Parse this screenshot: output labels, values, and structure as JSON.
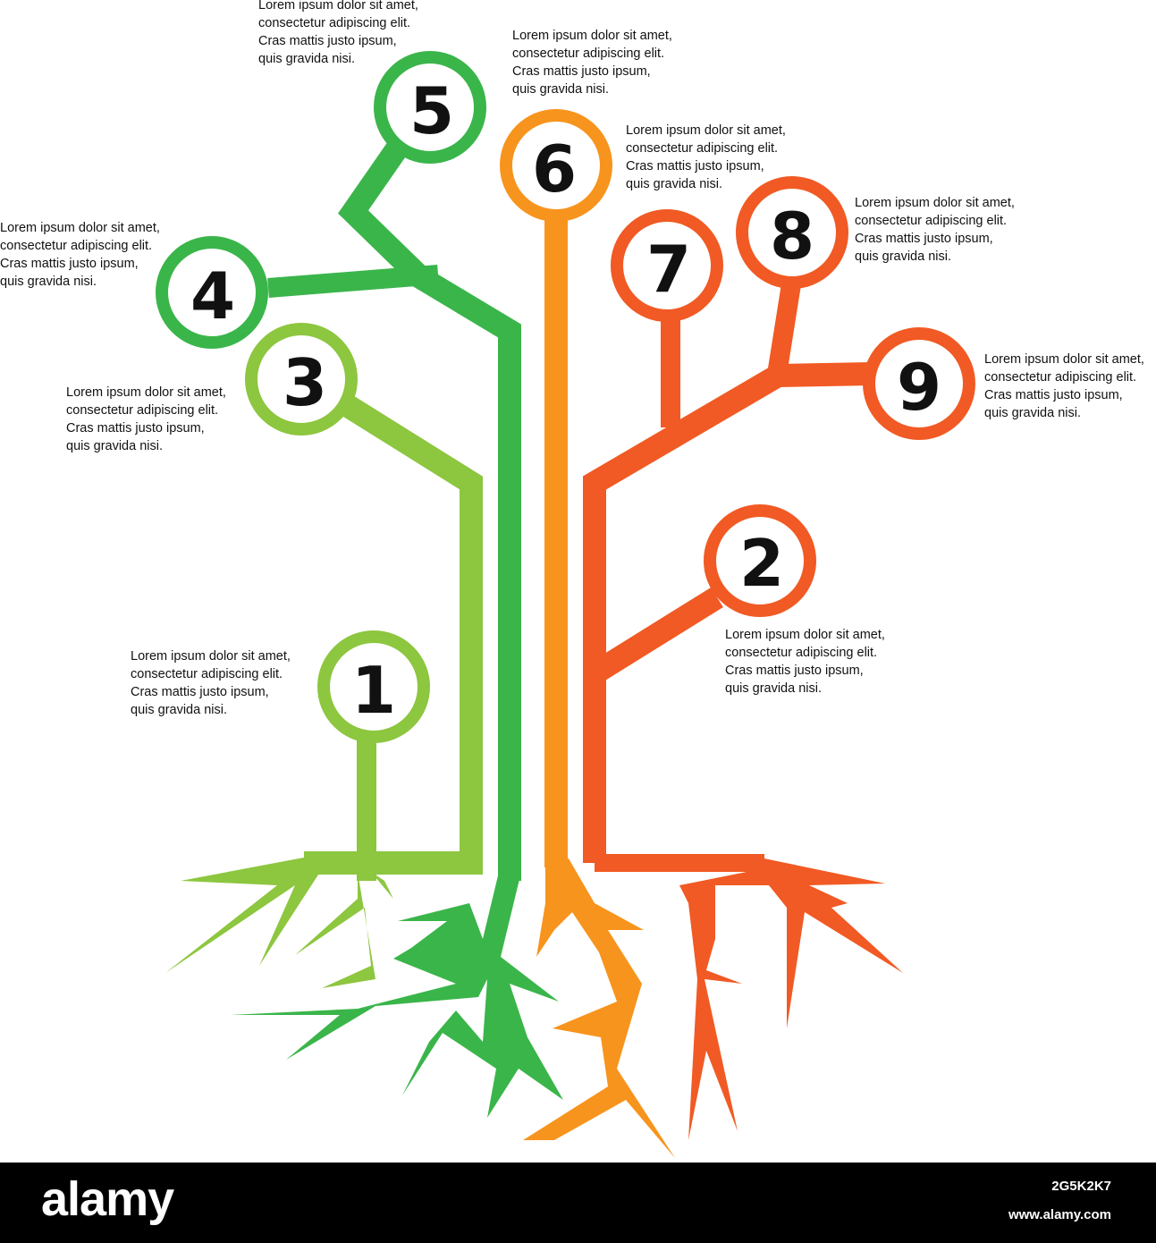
{
  "colors": {
    "light_green": "#8dc63f",
    "green": "#3ab54a",
    "orange": "#f7941d",
    "red_orange": "#f15a24",
    "text": "#111111",
    "footer_bg": "#000000"
  },
  "nodes": [
    {
      "label": "1",
      "color": "light_green",
      "text": [
        "Lorem ipsum dolor sit amet,",
        "consectetur adipiscing elit.",
        "Cras mattis justo ipsum,",
        "quis gravida nisi."
      ]
    },
    {
      "label": "2",
      "color": "red_orange",
      "text": [
        "Lorem ipsum dolor sit amet,",
        "consectetur adipiscing elit.",
        "Cras mattis justo ipsum,",
        "quis gravida nisi."
      ]
    },
    {
      "label": "3",
      "color": "light_green",
      "text": [
        "Lorem ipsum dolor sit amet,",
        "consectetur adipiscing elit.",
        "Cras mattis justo ipsum,",
        "quis gravida nisi."
      ]
    },
    {
      "label": "4",
      "color": "green",
      "text": [
        "Lorem ipsum dolor sit amet,",
        "consectetur adipiscing elit.",
        "Cras mattis justo ipsum,",
        "quis gravida nisi."
      ]
    },
    {
      "label": "5",
      "color": "green",
      "text": [
        "Lorem ipsum dolor sit amet,",
        "consectetur adipiscing elit.",
        "Cras mattis justo ipsum,",
        "quis gravida nisi."
      ]
    },
    {
      "label": "6",
      "color": "orange",
      "text": [
        "Lorem ipsum dolor sit amet,",
        "consectetur adipiscing elit.",
        "Cras mattis justo ipsum,",
        "quis gravida nisi."
      ]
    },
    {
      "label": "7",
      "color": "red_orange",
      "text": []
    },
    {
      "label": "8",
      "color": "red_orange",
      "text": [
        "Lorem ipsum dolor sit amet,",
        "consectetur adipiscing elit.",
        "Cras mattis justo ipsum,",
        "quis gravida nisi."
      ]
    },
    {
      "label": "9",
      "color": "red_orange",
      "text": [
        "Lorem ipsum dolor sit amet,",
        "consectetur adipiscing elit.",
        "Cras mattis justo ipsum,",
        "quis gravida nisi."
      ]
    }
  ],
  "footer": {
    "brand": "alamy",
    "image_id": "2G5K2K7",
    "site": "www.alamy.com"
  }
}
